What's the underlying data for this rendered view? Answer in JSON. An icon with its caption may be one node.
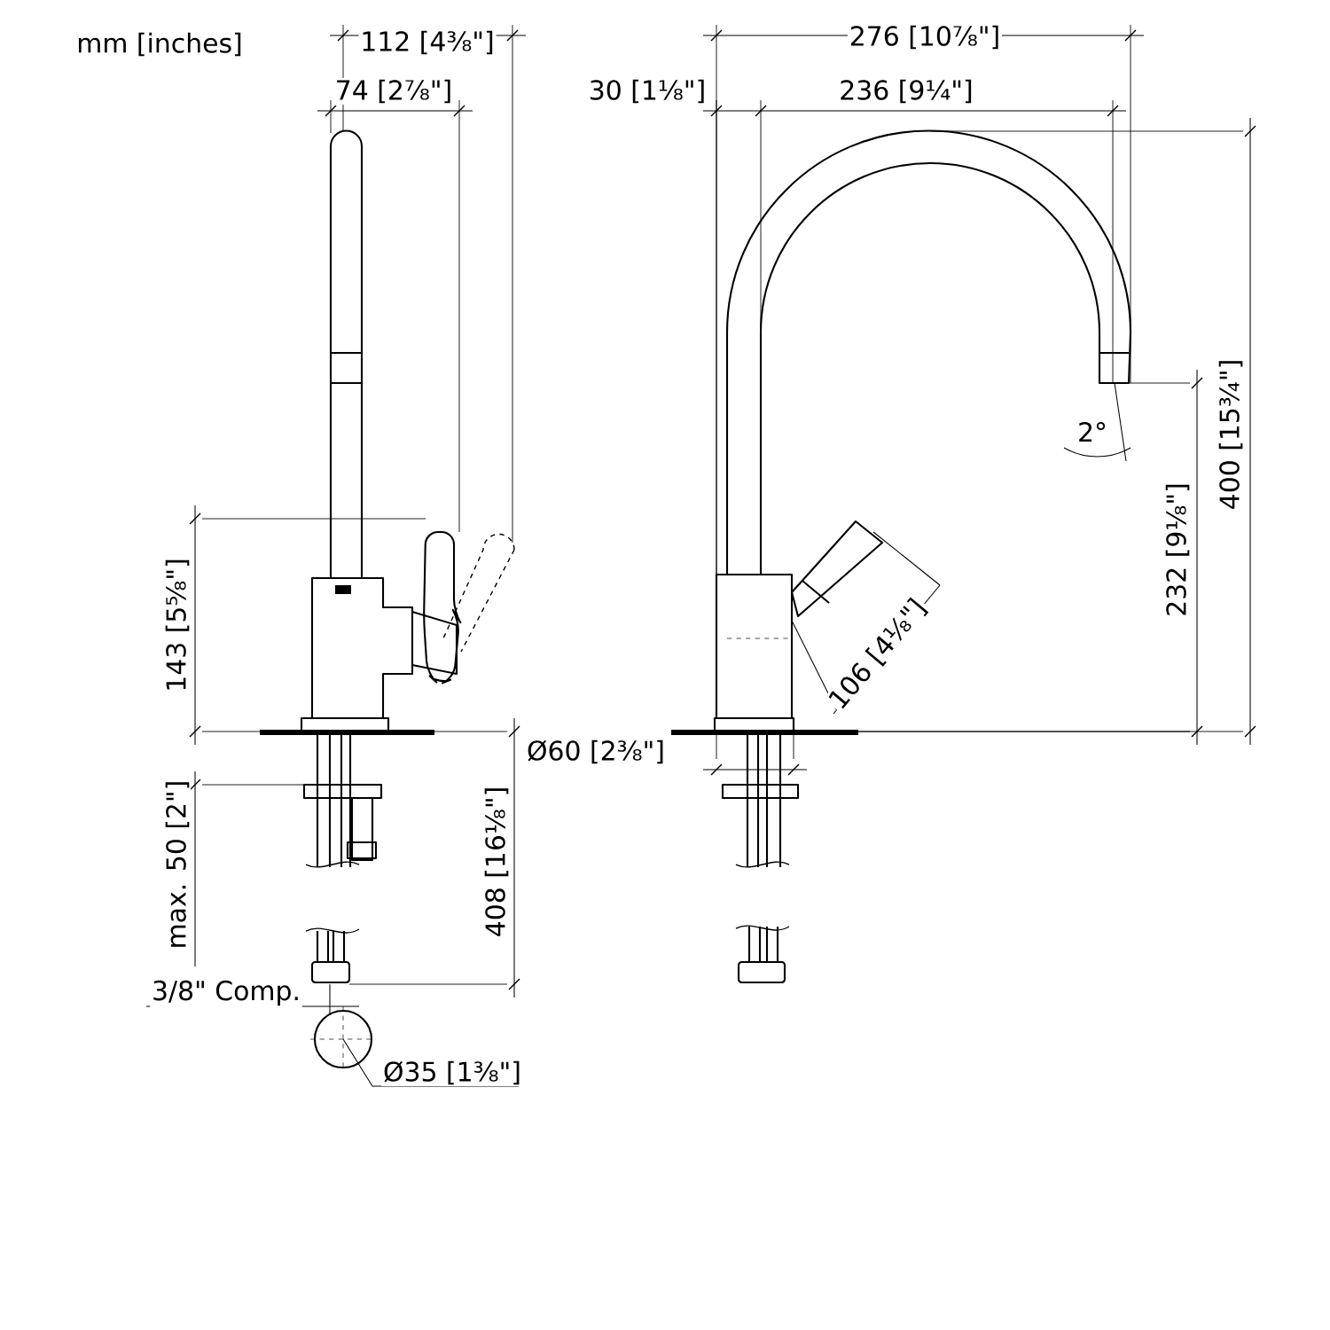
{
  "diagram": {
    "labels": [
      "mm [inches]",
      "112 [4⅜\"]",
      "276 [10⅞\"]",
      "74 [2⅞\"]",
      "30 [1⅛\"]",
      "236 [9¼\"]",
      "400 [15¾\"]",
      "2°",
      "232 [9⅛\"]",
      "143 [5⅝\"]",
      "106 [4⅛\"]",
      "Ø60 [2⅜\"]",
      "max. 50 [2\"]",
      "408 [16⅛\"]",
      "3/8\" Comp.",
      "Ø35 [1⅜\"]"
    ]
  }
}
